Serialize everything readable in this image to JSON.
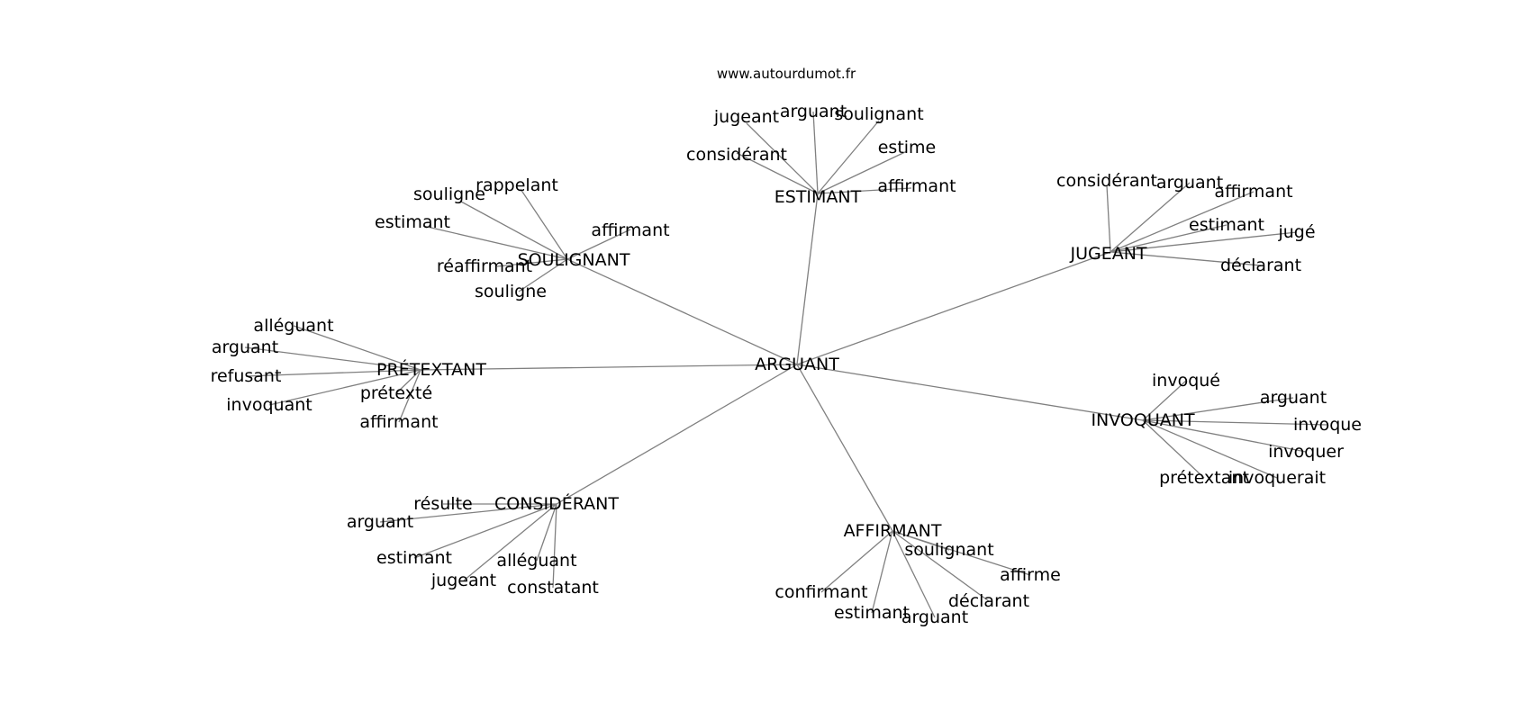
{
  "source": "www.autourdumot.fr",
  "center": "ARGUANT",
  "clusters": [
    {
      "label": "ESTIMANT",
      "leaves": [
        "jugeant",
        "arguant",
        "soulignant",
        "considérant",
        "estime",
        "affirmant"
      ]
    },
    {
      "label": "SOULIGNANT",
      "leaves": [
        "souligne",
        "rappelant",
        "estimant",
        "affirmant",
        "réaffirmant",
        "souligne"
      ]
    },
    {
      "label": "JUGEANT",
      "leaves": [
        "considérant",
        "arguant",
        "affirmant",
        "estimant",
        "jugé",
        "déclarant"
      ]
    },
    {
      "label": "PRÉTEXTANT",
      "leaves": [
        "alléguant",
        "arguant",
        "refusant",
        "prétexté",
        "invoquant",
        "affirmant"
      ]
    },
    {
      "label": "INVOQUANT",
      "leaves": [
        "invoqué",
        "arguant",
        "invoque",
        "invoquer",
        "prétextant",
        "invoquerait"
      ]
    },
    {
      "label": "CONSIDÉRANT",
      "leaves": [
        "résulte",
        "arguant",
        "estimant",
        "alléguant",
        "jugeant",
        "constatant"
      ]
    },
    {
      "label": "AFFIRMANT",
      "leaves": [
        "soulignant",
        "affirme",
        "confirmant",
        "déclarant",
        "estimant",
        "arguant"
      ]
    }
  ]
}
